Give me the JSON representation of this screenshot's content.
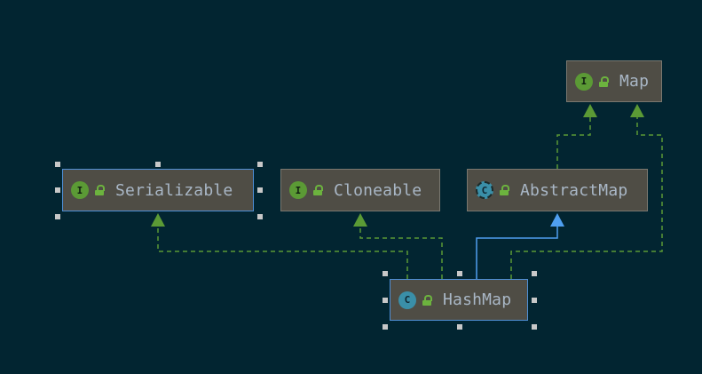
{
  "diagram": {
    "nodes": [
      {
        "id": "map",
        "label": "Map",
        "kind": "interface",
        "kind_glyph": "I"
      },
      {
        "id": "serializable",
        "label": "Serializable",
        "kind": "interface",
        "kind_glyph": "I"
      },
      {
        "id": "cloneable",
        "label": "Cloneable",
        "kind": "interface",
        "kind_glyph": "I"
      },
      {
        "id": "abstractmap",
        "label": "AbstractMap",
        "kind": "abstract-class",
        "kind_glyph": "C"
      },
      {
        "id": "hashmap",
        "label": "HashMap",
        "kind": "class",
        "kind_glyph": "C"
      }
    ],
    "edges": [
      {
        "from": "hashmap",
        "to": "serializable",
        "type": "implements"
      },
      {
        "from": "hashmap",
        "to": "cloneable",
        "type": "implements"
      },
      {
        "from": "hashmap",
        "to": "abstractmap",
        "type": "extends"
      },
      {
        "from": "hashmap",
        "to": "map",
        "type": "implements"
      },
      {
        "from": "abstractmap",
        "to": "map",
        "type": "implements"
      }
    ],
    "colors": {
      "background": "#022531",
      "node_fill": "#4f4d45",
      "implements_edge": "#5b9a35",
      "extends_edge": "#4f9ff0",
      "selection": "#4f8fd6"
    }
  }
}
